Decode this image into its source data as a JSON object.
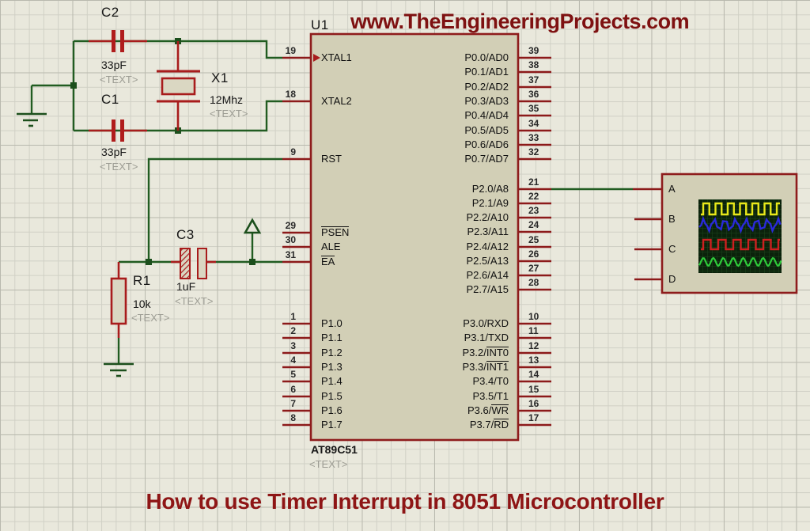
{
  "header": {
    "site_title": "www.TheEngineeringProjects.com"
  },
  "footer": {
    "caption": "How to use Timer Interrupt in 8051 Microcontroller"
  },
  "colors": {
    "wire_green": "#215c21",
    "component_red": "#a81c1c",
    "ic_border": "#8e1c1c",
    "ic_fill": "#d2cfb6",
    "part_fill": "#dad7c2",
    "title_red": "#7e1111",
    "scope_screen": "#0b220b"
  },
  "ic": {
    "ref": "U1",
    "part": "AT89C51",
    "placeholder": "<TEXT>",
    "left_pins": [
      {
        "num": "19",
        "pre": "XTAL1"
      },
      {
        "num": "18",
        "pre": "XTAL2"
      },
      {
        "num": "9",
        "pre": "RST"
      },
      {
        "num": "29",
        "over": "PSEN"
      },
      {
        "num": "30",
        "pre": "ALE"
      },
      {
        "num": "31",
        "over": "EA"
      },
      {
        "num": "1",
        "pre": "P1.0"
      },
      {
        "num": "2",
        "pre": "P1.1"
      },
      {
        "num": "3",
        "pre": "P1.2"
      },
      {
        "num": "4",
        "pre": "P1.3"
      },
      {
        "num": "5",
        "pre": "P1.4"
      },
      {
        "num": "6",
        "pre": "P1.5"
      },
      {
        "num": "7",
        "pre": "P1.6"
      },
      {
        "num": "8",
        "pre": "P1.7"
      }
    ],
    "right_pins": [
      {
        "num": "39",
        "pre": "P0.0/AD0"
      },
      {
        "num": "38",
        "pre": "P0.1/AD1"
      },
      {
        "num": "37",
        "pre": "P0.2/AD2"
      },
      {
        "num": "36",
        "pre": "P0.3/AD3"
      },
      {
        "num": "35",
        "pre": "P0.4/AD4"
      },
      {
        "num": "34",
        "pre": "P0.5/AD5"
      },
      {
        "num": "33",
        "pre": "P0.6/AD6"
      },
      {
        "num": "32",
        "pre": "P0.7/AD7"
      },
      {
        "num": "21",
        "pre": "P2.0/A8"
      },
      {
        "num": "22",
        "pre": "P2.1/A9"
      },
      {
        "num": "23",
        "pre": "P2.2/A10"
      },
      {
        "num": "24",
        "pre": "P2.3/A11"
      },
      {
        "num": "25",
        "pre": "P2.4/A12"
      },
      {
        "num": "26",
        "pre": "P2.5/A13"
      },
      {
        "num": "27",
        "pre": "P2.6/A14"
      },
      {
        "num": "28",
        "pre": "P2.7/A15"
      },
      {
        "num": "10",
        "pre": "P3.0/RXD"
      },
      {
        "num": "11",
        "pre": "P3.1/TXD"
      },
      {
        "num": "12",
        "pre": "P3.2/",
        "over": "INT0"
      },
      {
        "num": "13",
        "pre": "P3.3/",
        "over": "INT1"
      },
      {
        "num": "14",
        "pre": "P3.4/T0"
      },
      {
        "num": "15",
        "pre": "P3.5/T1"
      },
      {
        "num": "16",
        "pre": "P3.6/",
        "over": "WR"
      },
      {
        "num": "17",
        "pre": "P3.7/",
        "over": "RD"
      }
    ]
  },
  "components": {
    "c2": {
      "ref": "C2",
      "value": "33pF",
      "placeholder": "<TEXT>"
    },
    "c1": {
      "ref": "C1",
      "value": "33pF",
      "placeholder": "<TEXT>"
    },
    "x1": {
      "ref": "X1",
      "value": "12Mhz",
      "placeholder": "<TEXT>"
    },
    "c3": {
      "ref": "C3",
      "value": "1uF",
      "placeholder": "<TEXT>"
    },
    "r1": {
      "ref": "R1",
      "value": "10k",
      "placeholder": "<TEXT>"
    }
  },
  "oscilloscope": {
    "channels": [
      {
        "label": "A",
        "color": "#e8e81a",
        "wave": "square"
      },
      {
        "label": "B",
        "color": "#2a2ada",
        "wave": "noisy"
      },
      {
        "label": "C",
        "color": "#cc2020",
        "wave": "square"
      },
      {
        "label": "D",
        "color": "#2ecb3a",
        "wave": "sine"
      }
    ]
  }
}
